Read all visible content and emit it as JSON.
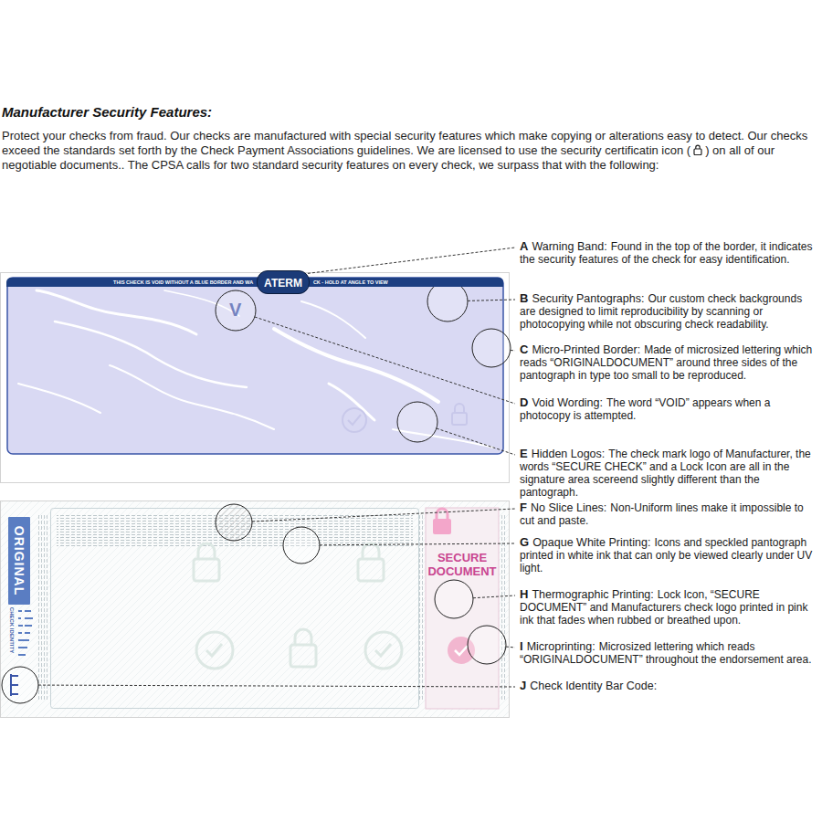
{
  "diagram": {
    "title": "Manufacturer Security Features:",
    "nodes": [
      {
        "text": [
          "THIS CHECK IS VOID WITHOUT A BLUE BORDER AND WA",
          "CK - HOLD AT ANGLE TO VIEW"
        ]
      },
      {
        "text": [
          "ATERM"
        ],
        "in": 0
      },
      {
        "text": [
          "ORIGINAL"
        ]
      }
    ],
    "labels": [
      "Protect your checks from fraud. Our checks are manufactured with special security features which make copying or alterations easy to detect. Our checks exceed the standards set forth by the Check Payment Associations guidelines. We are licensed to use the security certificatin icon (",
      ") on all of our negotiable documents.. The CPSA calls for two standard security features on every check, we surpass that with the following:",
      "V",
      "CHECK IDENTITY",
      "SECURE DOCUMENT",
      "A",
      "Warning Band:",
      "Found in the top of the border, it indicates the security features of the check for easy identification.",
      "B",
      "Security Pantographs:",
      "Our custom check backgrounds are designed to limit reproducibility by scanning or photocopying while not obscuring check readability.",
      "C",
      "Micro-Printed Border:",
      "Made of microsized lettering which reads “ORIGINALDOCUMENT” around three sides of the pantograph in type too small to be reproduced.",
      "D",
      "Void Wording:",
      "The word “VOID” appears when a photocopy is attempted.",
      "E",
      "Hidden Logos:",
      "The check mark logo of Manufacturer, the words “SECURE CHECK” and a Lock Icon are all in the signature area scereend slightly different than the pantograph.",
      "F",
      "No Slice Lines:",
      "Non-Uniform lines make it impossible to cut and paste.",
      "G",
      "Opaque White Printing:",
      "Icons and speckled pantograph printed in white ink that can only be viewed clearly under UV light.",
      "H",
      "Thermographic Printing:",
      "Lock Icon, “SECURE DOCUMENT” and Manufacturers check logo printed in pink ink that fades when rubbed or breathed upon.",
      "I",
      "Microprinting:",
      "Microsized lettering which reads “ORIGINALDOCUMENT” throughout the endorsement area.",
      "J",
      "Check Identity Bar Code:"
    ]
  }
}
